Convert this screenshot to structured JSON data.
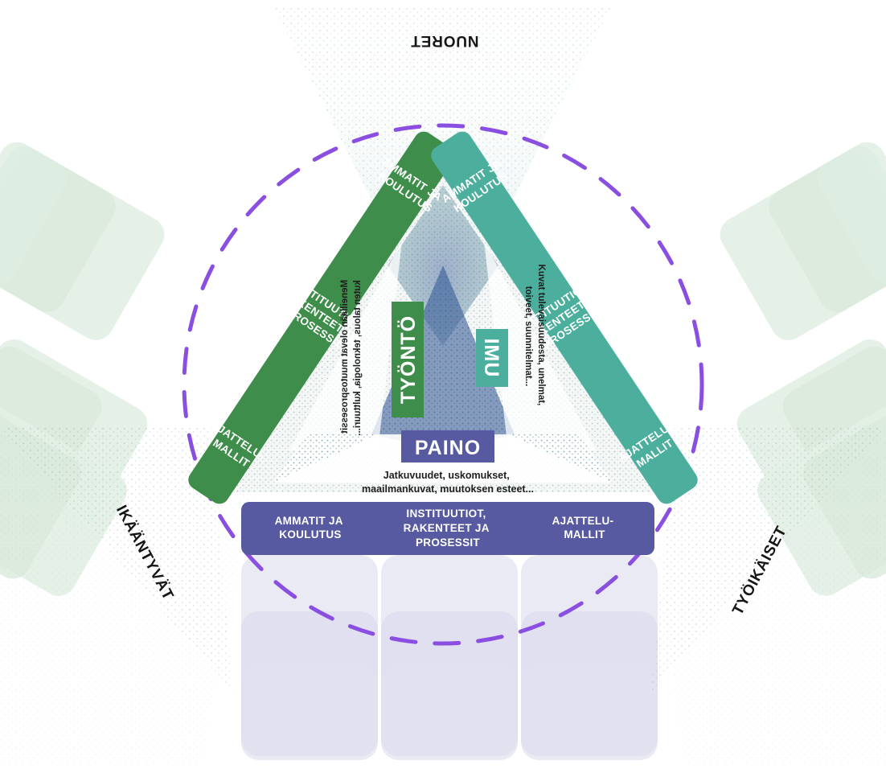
{
  "groups": {
    "top": "NUORET",
    "left": "IKÄÄNTYVÄT",
    "right": "TYÖIKÄISET"
  },
  "forces": {
    "push": {
      "label": "TYÖNTÖ",
      "text_line1": "Meneillään olevat muutosprosessit",
      "text_line2": "kuten talous, teknologia, kulttuuri..."
    },
    "pull": {
      "label": "IMU",
      "text_line1": "Kuvat tulevaisuudesta, unelmat,",
      "text_line2": "toiveet, suunnitelmat..."
    },
    "weight": {
      "label": "PAINO",
      "text_line1": "Jatkuvuudet, uskomukset,",
      "text_line2": "maailmankuvat, muutoksen esteet..."
    }
  },
  "bars": {
    "bottom": [
      {
        "line1": "AMMATIT JA",
        "line2": "KOULUTUS",
        "line3": ""
      },
      {
        "line1": "INSTITUUTIOT,",
        "line2": "RAKENTEET JA",
        "line3": "PROSESSIT"
      },
      {
        "line1": "AJATTELU-",
        "line2": "MALLIT",
        "line3": ""
      }
    ],
    "left": [
      {
        "line1": "AMMATIT JA",
        "line2": "KOULUTUS",
        "line3": ""
      },
      {
        "line1": "INSTITUUTIOT,",
        "line2": "RAKENTEET JA",
        "line3": "PROSESSIT"
      },
      {
        "line1": "AJATTELU-",
        "line2": "MALLIT",
        "line3": ""
      }
    ],
    "right": [
      {
        "line1": "AJATTELU-",
        "line2": "MALLIT",
        "line3": ""
      },
      {
        "line1": "INSTITUUTIOT,",
        "line2": "RAKENTEET JA",
        "line3": "PROSESSIT"
      },
      {
        "line1": "AMMATIT JA",
        "line2": "KOULUTUS",
        "line3": ""
      }
    ]
  },
  "colors": {
    "push_green": "#3f8d4a",
    "pull_teal": "#4caf9d",
    "weight_indigo": "#575aa0",
    "circle_dash": "#8a4fe0",
    "stipple_dark": "#2f6f7e"
  }
}
